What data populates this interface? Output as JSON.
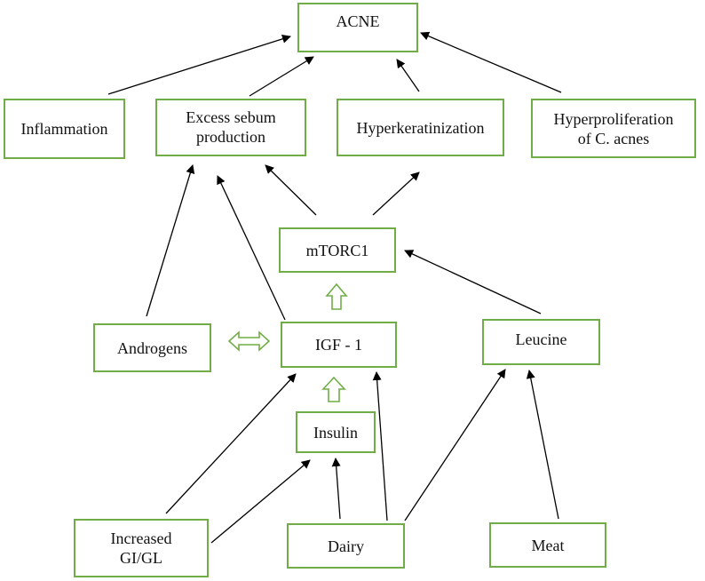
{
  "nodes": {
    "acne": "ACNE",
    "inflammation": "Inflammation",
    "excess_sebum_line1": "Excess sebum",
    "excess_sebum_line2": "production",
    "hyperkeratinization": "Hyperkeratinization",
    "hyperproliferation_line1": "Hyperproliferation",
    "hyperproliferation_line2": "of C. acnes",
    "mtorc1": "mTORC1",
    "androgens": "Androgens",
    "igf1": "IGF - 1",
    "leucine": "Leucine",
    "insulin": "Insulin",
    "increased_line1": "Increased",
    "increased_line2": "GI/GL",
    "dairy": "Dairy",
    "meat": "Meat"
  },
  "colors": {
    "box_border": "#70ad47",
    "arrow": "#000000",
    "block_arrow": "#70ad47"
  },
  "edges": [
    {
      "from": "Inflammation",
      "to": "ACNE",
      "style": "line-arrow"
    },
    {
      "from": "Excess sebum production",
      "to": "ACNE",
      "style": "line-arrow"
    },
    {
      "from": "Hyperkeratinization",
      "to": "ACNE",
      "style": "line-arrow"
    },
    {
      "from": "Hyperproliferation of C. acnes",
      "to": "ACNE",
      "style": "line-arrow"
    },
    {
      "from": "mTORC1",
      "to": "Excess sebum production",
      "style": "line-arrow"
    },
    {
      "from": "mTORC1",
      "to": "Hyperkeratinization",
      "style": "line-arrow"
    },
    {
      "from": "Androgens",
      "to": "Excess sebum production",
      "style": "line-arrow"
    },
    {
      "from": "IGF - 1",
      "to": "Excess sebum production",
      "style": "line-arrow"
    },
    {
      "from": "Leucine",
      "to": "mTORC1",
      "style": "line-arrow"
    },
    {
      "from": "IGF - 1",
      "to": "mTORC1",
      "style": "block-arrow-up"
    },
    {
      "from": "Androgens",
      "to": "IGF - 1",
      "style": "block-arrow-double"
    },
    {
      "from": "Insulin",
      "to": "IGF - 1",
      "style": "block-arrow-up"
    },
    {
      "from": "Increased GI/GL",
      "to": "IGF - 1",
      "style": "line-arrow"
    },
    {
      "from": "Increased GI/GL",
      "to": "Insulin",
      "style": "line-arrow"
    },
    {
      "from": "Dairy",
      "to": "Insulin",
      "style": "line-arrow"
    },
    {
      "from": "Dairy",
      "to": "IGF - 1",
      "style": "line-arrow"
    },
    {
      "from": "Dairy",
      "to": "Leucine",
      "style": "line-arrow"
    },
    {
      "from": "Meat",
      "to": "Leucine",
      "style": "line-arrow"
    }
  ]
}
